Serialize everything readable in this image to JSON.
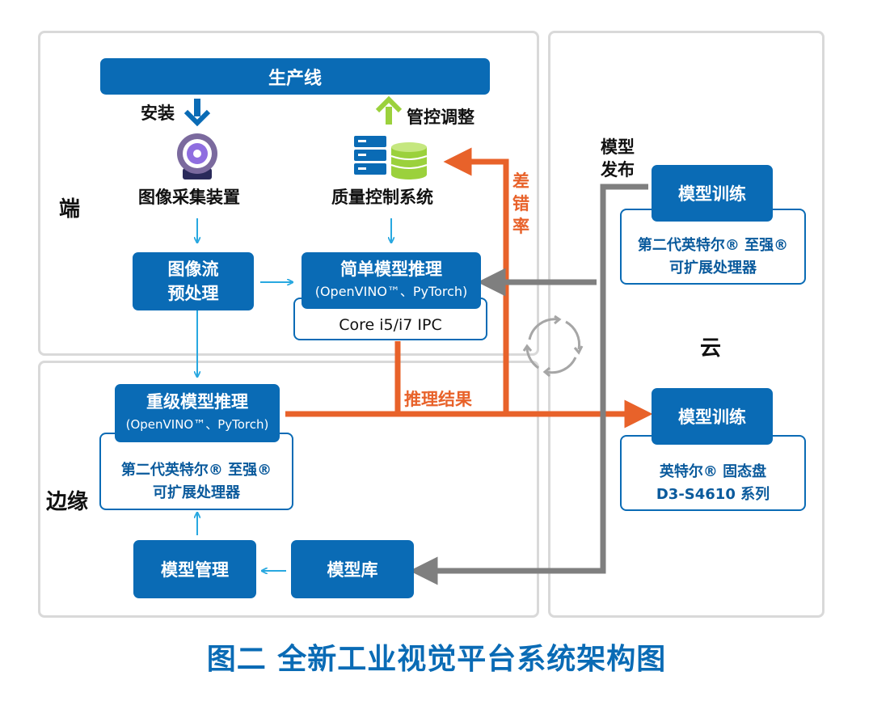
{
  "zones": {
    "terminal": "端",
    "edge": "边缘",
    "cloud": "云"
  },
  "production_line": "生产线",
  "install": "安装",
  "control_adjust": "管控调整",
  "image_capture": "图像采集装置",
  "quality_control": "质量控制系统",
  "image_preprocess": [
    "图像流",
    "预处理"
  ],
  "simple_inference": {
    "title": "简单模型推理",
    "frameworks": "(OpenVINO™、PyTorch)",
    "hardware": "Core i5/i7 IPC"
  },
  "heavy_inference": {
    "title": "重级模型推理",
    "frameworks": "(OpenVINO™、PyTorch)",
    "hardware": [
      "第二代英特尔® 至强®",
      "可扩展处理器"
    ]
  },
  "error_rate": [
    "差",
    "错",
    "率"
  ],
  "inference_result": "推理结果",
  "model_release": [
    "模型",
    "发布"
  ],
  "training_top": {
    "title": "模型训练",
    "hardware": [
      "第二代英特尔® 至强®",
      "可扩展处理器"
    ]
  },
  "training_bottom": {
    "title": "模型训练",
    "hardware": [
      "英特尔® 固态盘",
      "D3-S4610 系列"
    ]
  },
  "model_management": "模型管理",
  "model_library": "模型库",
  "caption": "图二 全新工业视觉平台系统架构图",
  "colors": {
    "blue": "#0a6bb5",
    "orange": "#e8622a",
    "gray": "#7f7f7f",
    "green": "#9bd13c",
    "purple": "#8f6ee0"
  }
}
